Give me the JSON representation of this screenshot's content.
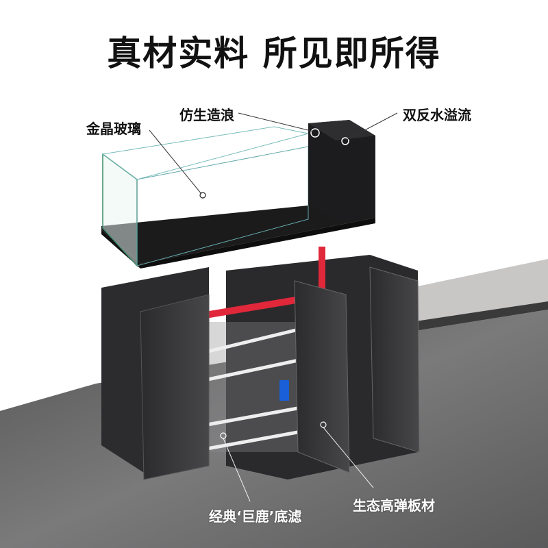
{
  "headline": "真材实料 所见即所得",
  "callouts": {
    "glass": "金晶玻璃",
    "wave": "仿生造浪",
    "overflow": "双反水溢流",
    "filter": "经典‘巨鹿’底滤",
    "board": "生态高弹板材"
  },
  "colors": {
    "pipe": "#e0283a",
    "cabinet": "#2a2a2c",
    "floor": "#6f6f70"
  }
}
